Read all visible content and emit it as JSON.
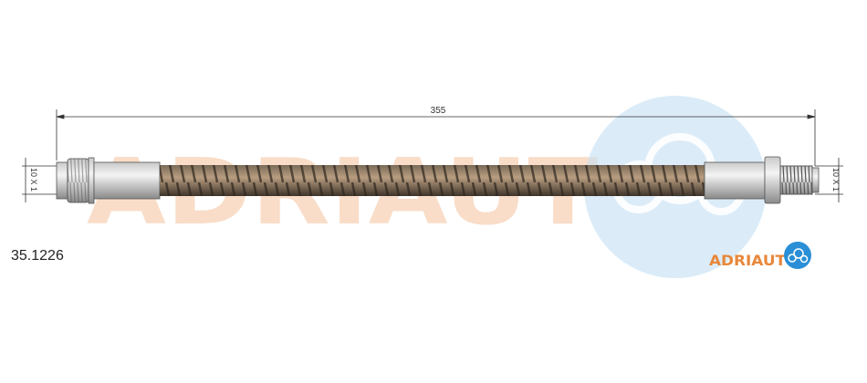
{
  "drawing": {
    "part_number": "35.1226",
    "length_label": "355",
    "left_thread_label": "10 X 1",
    "right_thread_label": "10 X 1"
  },
  "brand": {
    "name": "ADRIAUT",
    "watermark_text": "ADRIAUT",
    "orange": "#e8873a",
    "blue": "#2a8fd6"
  }
}
